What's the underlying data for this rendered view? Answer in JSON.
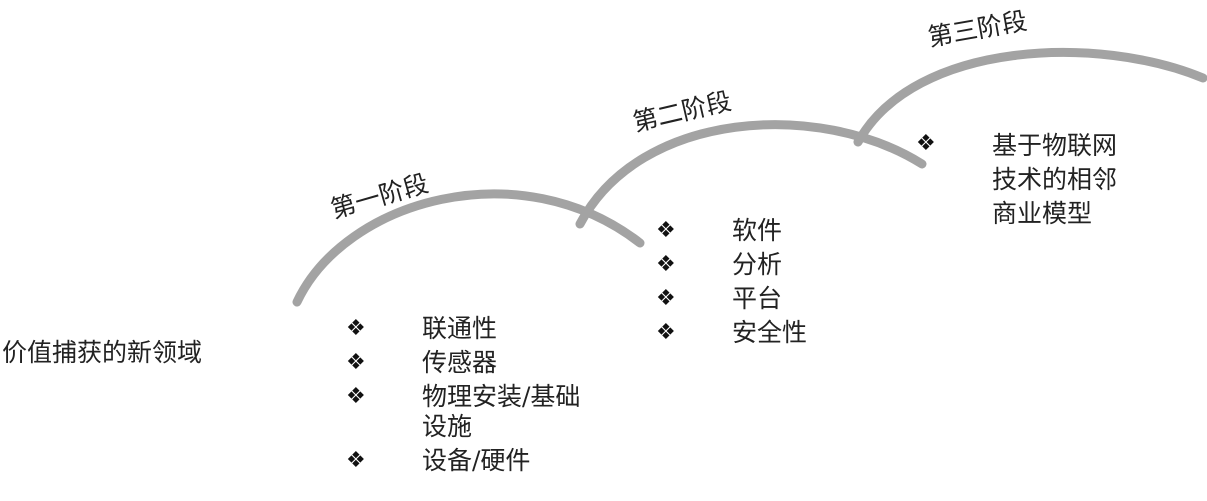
{
  "title": "价值捕获的新领域",
  "bullet_glyph": "❖",
  "arc_color": "#a3a3a3",
  "stages": [
    {
      "label": "第一阶段",
      "items": [
        "联通性",
        "传感器",
        "物理安装/基础设施",
        "设备/硬件"
      ]
    },
    {
      "label": "第二阶段",
      "items": [
        "软件",
        "分析",
        "平台",
        "安全性"
      ]
    },
    {
      "label": "第三阶段",
      "items": [
        "基于物联网技术的相邻商业模型"
      ]
    }
  ]
}
